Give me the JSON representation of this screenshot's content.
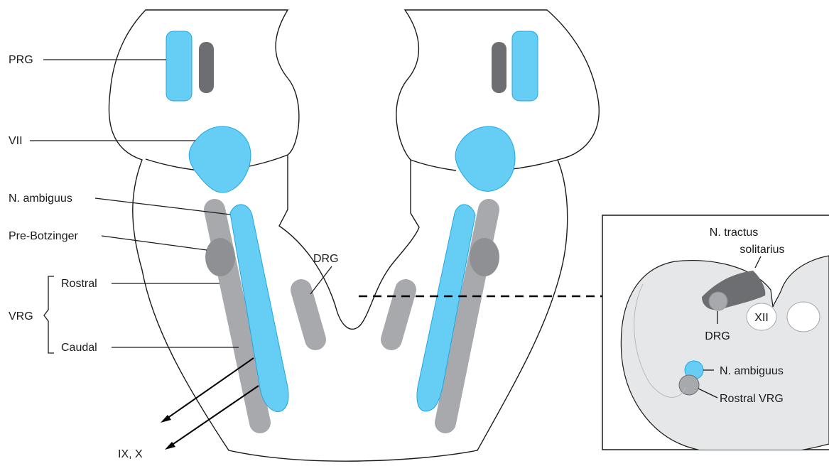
{
  "colors": {
    "background": "#ffffff",
    "brainstem_fill": "#e6e7e8",
    "nucleus_blue": "#66cdf5",
    "nucleus_blue_stroke": "#1fa8e0",
    "gray_light": "#a7a9ac",
    "gray_mid": "#8e9093",
    "gray_dark": "#6d6e71",
    "line": "#1a1a1a"
  },
  "labels": {
    "prg": "PRG",
    "vii": "VII",
    "n_ambiguus": "N. ambiguus",
    "pre_botzinger": "Pre-Botzinger",
    "vrg": "VRG",
    "rostral": "Rostral",
    "caudal": "Caudal",
    "drg": "DRG",
    "nerves": "IX, X"
  },
  "inset": {
    "nts_line1": "N. tractus",
    "nts_line2": "solitarius",
    "xii": "XII",
    "drg": "DRG",
    "n_ambiguus": "N. ambiguus",
    "rostral_vrg": "Rostral VRG"
  }
}
